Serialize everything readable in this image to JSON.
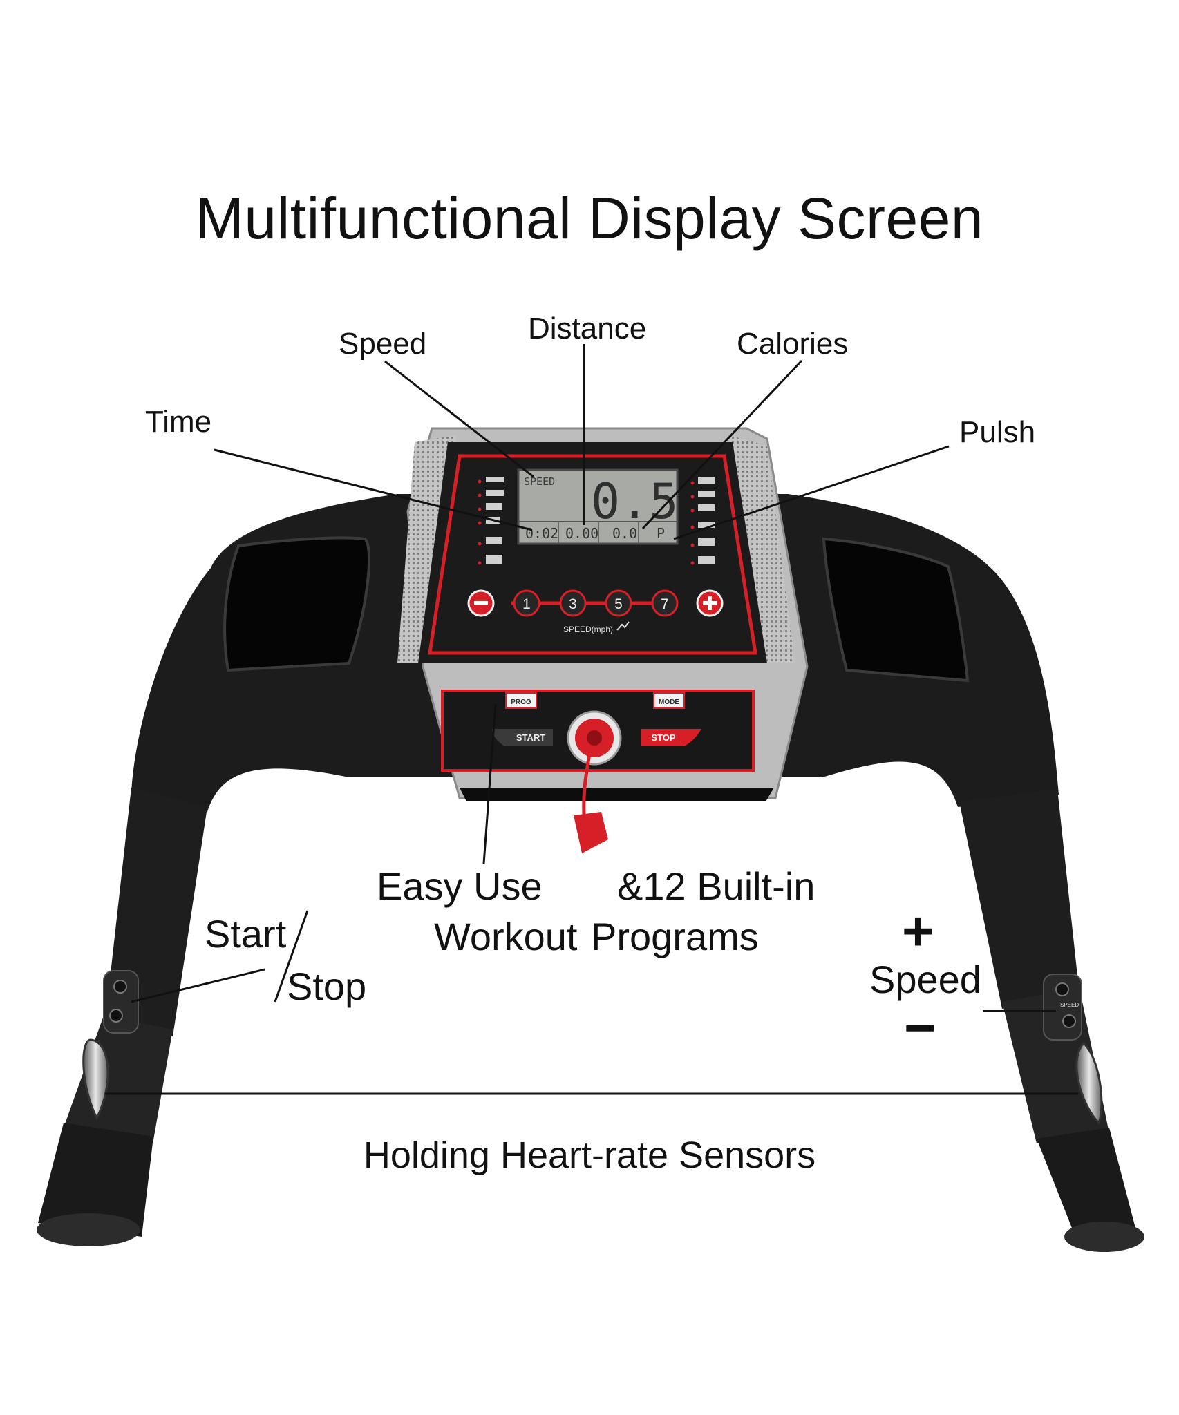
{
  "title": "Multifunctional Display Screen",
  "callouts": {
    "speed": "Speed",
    "distance": "Distance",
    "calories": "Calories",
    "time": "Time",
    "pulsh": "Pulsh",
    "start": "Start",
    "stop": "Stop",
    "easy_use": "Easy Use",
    "workout": "Workout",
    "built_in": "&12 Built-in",
    "programs": "Programs",
    "plus": "+",
    "speed_right": "Speed",
    "minus": "−",
    "heart_rate": "Holding Heart-rate Sensors"
  },
  "console": {
    "lcd_speed_label": "SPEED",
    "lcd_main_value": "0.5",
    "lcd_time": "0:02",
    "lcd_distance": "0.00",
    "lcd_calories": "0.0",
    "lcd_pulse": "P",
    "speed_buttons": [
      "1",
      "3",
      "5",
      "7"
    ],
    "speed_unit_label": "SPEED(mph)",
    "prog_label": "PROG",
    "mode_label": "MODE",
    "start_label": "START",
    "stop_label": "STOP",
    "handle_speed_label": "SPEED"
  },
  "colors": {
    "frame_black": "#1c1c1c",
    "console_silver": "#b9b9b9",
    "accent_red": "#d61f26",
    "lcd_gray": "#a8aaa6"
  }
}
